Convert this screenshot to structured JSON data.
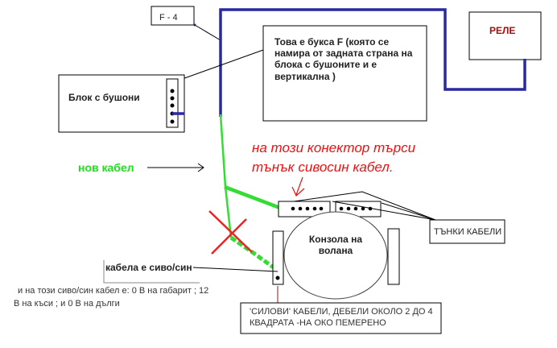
{
  "labels": {
    "f4": "F - 4",
    "relay": "РЕЛЕ",
    "socket_note": [
      "Това е   букса  F  (която се",
      "намира от задната страна на",
      "блока с бушоните и е",
      "вертикална )"
    ],
    "fuse_block": "Блок с бушони",
    "new_cable": "нов кабел",
    "connector_hint": [
      "на този конектор търси",
      "тънък сивосин кабел."
    ],
    "thin_cables": "ТЪНКИ КАБЕЛИ",
    "console": [
      "Конзола на",
      "волана"
    ],
    "cable_color": "кабела е сиво/син",
    "voltage_note": [
      "и на този сиво/син кабел е: 0 В на габарит ;  12",
      "В  на къси ;   и  0 В на дълги"
    ],
    "power_cables": [
      "'СИЛОВИ' КАБЕЛИ, ДЕБЕЛИ ОКОЛО 2 ДО 4",
      "КВАДРАТА -НА ОКО ПЕМЕРЕНО"
    ]
  },
  "colors": {
    "wire": "#2a2aa0",
    "new_cable": "#33dd33",
    "hint": "#ee1111"
  }
}
